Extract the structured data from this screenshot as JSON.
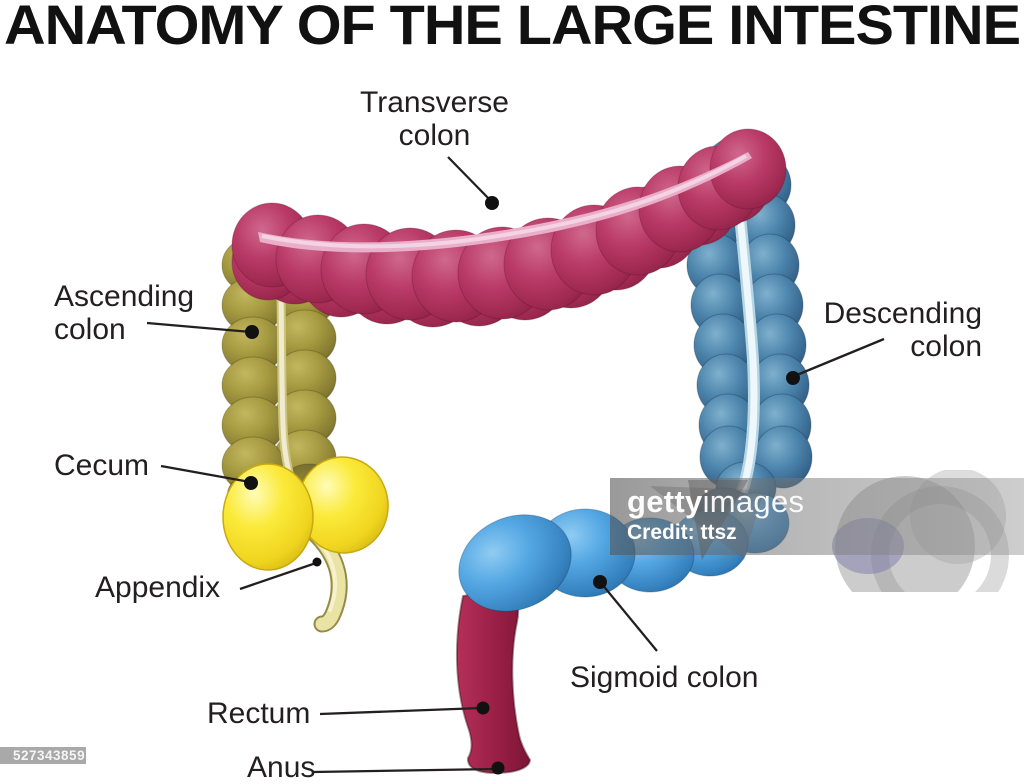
{
  "title": "ANATOMY OF THE LARGE INTESTINE",
  "labels": {
    "transverse": "Transverse\ncolon",
    "ascending": "Ascending\ncolon",
    "cecum": "Cecum",
    "appendix": "Appendix",
    "descending": "Descending\ncolon",
    "sigmoid": "Sigmoid colon",
    "rectum": "Rectum",
    "anus": "Anus"
  },
  "watermark": {
    "brand_bold": "getty",
    "brand_light": "images",
    "credit": "Credit: ttsz",
    "asset_id": "527343859"
  },
  "colors": {
    "transverse_colon": "#b23560",
    "ascending_colon": "#a0953c",
    "descending_colon": "#4a81ab",
    "sigmoid_colon": "#4ea4e2",
    "cecum": "#f8e52e",
    "appendix": "#e9e3a4",
    "rectum": "#9e2048",
    "taenia_band_pink": "#e9aec9",
    "label_text": "#231f20",
    "background": "#ffffff"
  }
}
